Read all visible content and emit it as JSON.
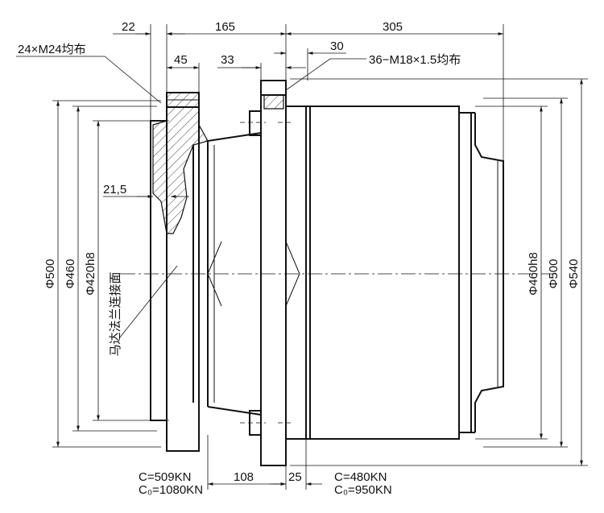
{
  "dimensions": {
    "top_22": "22",
    "top_165": "165",
    "top_305": "305",
    "top_45": "45",
    "top_33": "33",
    "top_30": "30",
    "left_dia_500": "Φ500",
    "left_dia_460": "Φ460",
    "left_dia_420": "Φ420h8",
    "right_dia_460": "Φ460h8",
    "right_dia_500": "Φ500",
    "right_dia_540": "Φ540",
    "inner_21_5": "21,5",
    "bottom_108": "108",
    "bottom_25": "25"
  },
  "callouts": {
    "bolt_pattern_left": "24×M24均布",
    "bolt_pattern_right": "36−M18×1.5均布",
    "motor_flange_surface": "马达法兰连接面"
  },
  "ratings": {
    "left_c": "C=509KN",
    "left_c0": "C₀=1080KN",
    "right_c": "C=480KN",
    "right_c0": "C₀=950KN"
  }
}
